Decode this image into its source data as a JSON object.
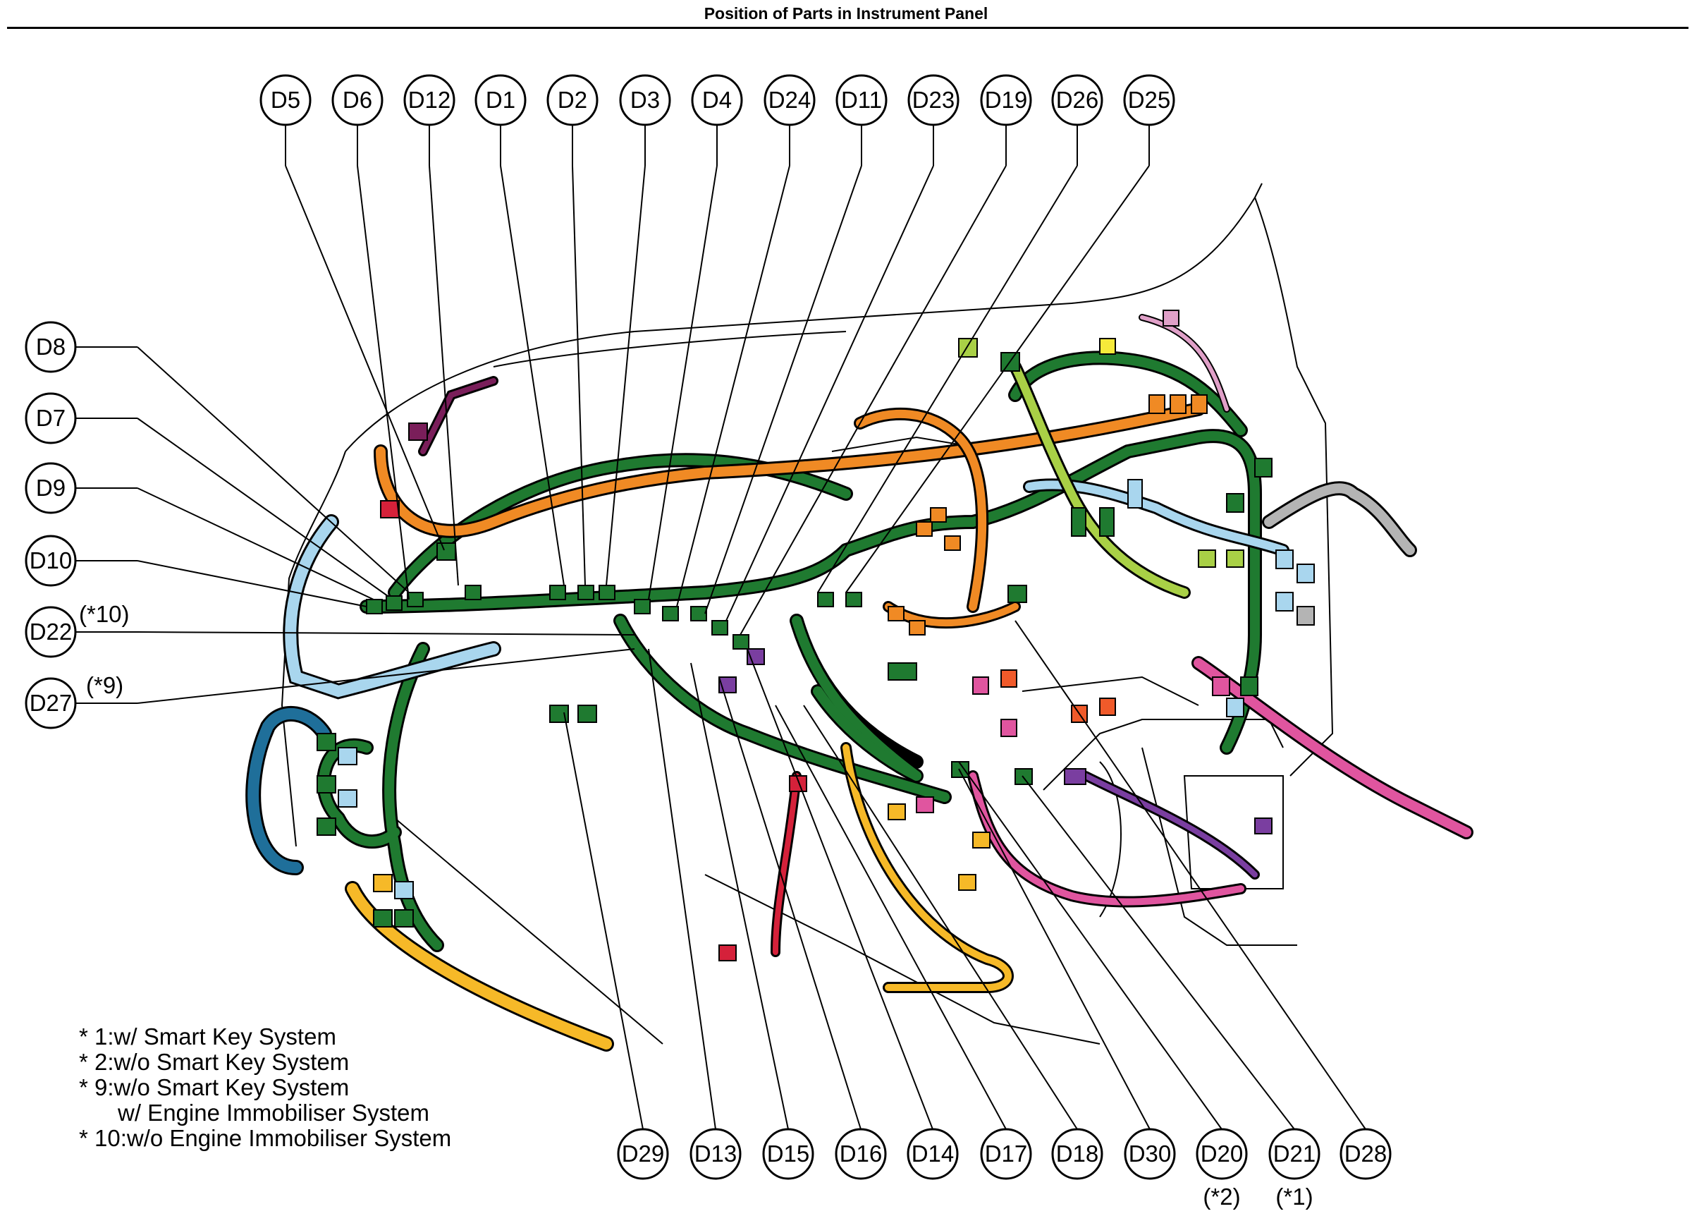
{
  "title": "Position of Parts in Instrument Panel",
  "colors": {
    "green": "#1f7a30",
    "orange": "#f08a24",
    "light_blue": "#a9d6ee",
    "yellow": "#f6b928",
    "pink": "#e0559f",
    "red": "#d5213a",
    "lime": "#a9d046",
    "purple": "#7a3ea0",
    "teal": "#1f6f9a",
    "gray": "#b4b4b4",
    "outline": "#000000"
  },
  "callouts": {
    "top": [
      "D5",
      "D6",
      "D12",
      "D1",
      "D2",
      "D3",
      "D4",
      "D24",
      "D11",
      "D23",
      "D19",
      "D26",
      "D25"
    ],
    "left": [
      "D8",
      "D7",
      "D9",
      "D10",
      "D22",
      "D27"
    ],
    "bottom": [
      "D29",
      "D13",
      "D15",
      "D16",
      "D14",
      "D17",
      "D18",
      "D30",
      "D20",
      "D21",
      "D28"
    ]
  },
  "notes": {
    "D22": "(*10)",
    "D27": "(*9)",
    "D20": "(*2)",
    "D21": "(*1)"
  },
  "legend": [
    "* 1:w/ Smart Key System",
    "* 2:w/o Smart Key System",
    "* 9:w/o Smart Key System",
    "      w/ Engine Immobiliser System",
    "* 10:w/o Engine Immobiliser System"
  ]
}
